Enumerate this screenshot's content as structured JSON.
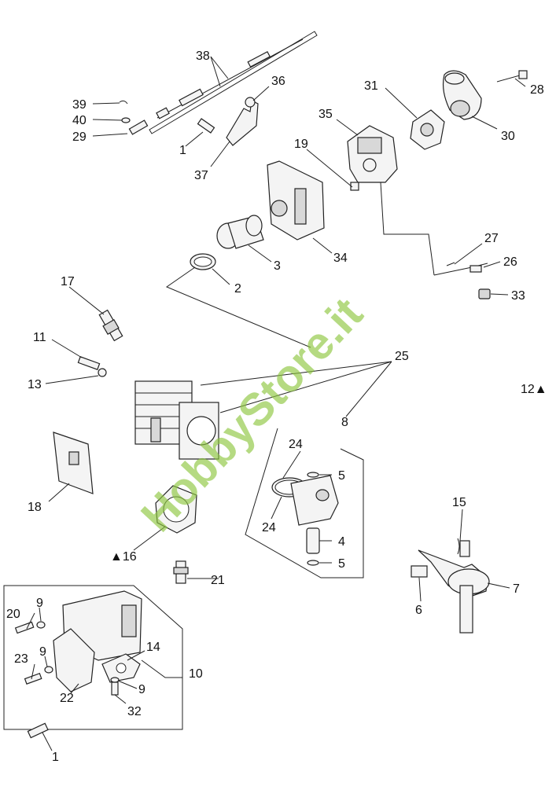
{
  "watermark": "HobbyStore.it",
  "labels": {
    "p1a": "1",
    "p1b": "1",
    "p2": "2",
    "p3": "3",
    "p4": "4",
    "p5a": "5",
    "p5b": "5",
    "p6": "6",
    "p7": "7",
    "p8": "8",
    "p9a": "9",
    "p9b": "9",
    "p9c": "9",
    "p10": "10",
    "p11": "11",
    "p12": "12▲",
    "p13": "13",
    "p14": "14",
    "p15": "15",
    "p16": "▲16",
    "p17": "17",
    "p18": "18",
    "p19": "19",
    "p20": "20",
    "p21": "21",
    "p22": "22",
    "p23": "23",
    "p24a": "24",
    "p24b": "24",
    "p25": "25",
    "p26": "26",
    "p27": "27",
    "p28": "28",
    "p29": "29",
    "p30": "30",
    "p31": "31",
    "p32": "32",
    "p33": "33",
    "p34": "34",
    "p35": "35",
    "p36": "36",
    "p37": "37",
    "p38": "38",
    "p39": "39",
    "p40": "40"
  }
}
